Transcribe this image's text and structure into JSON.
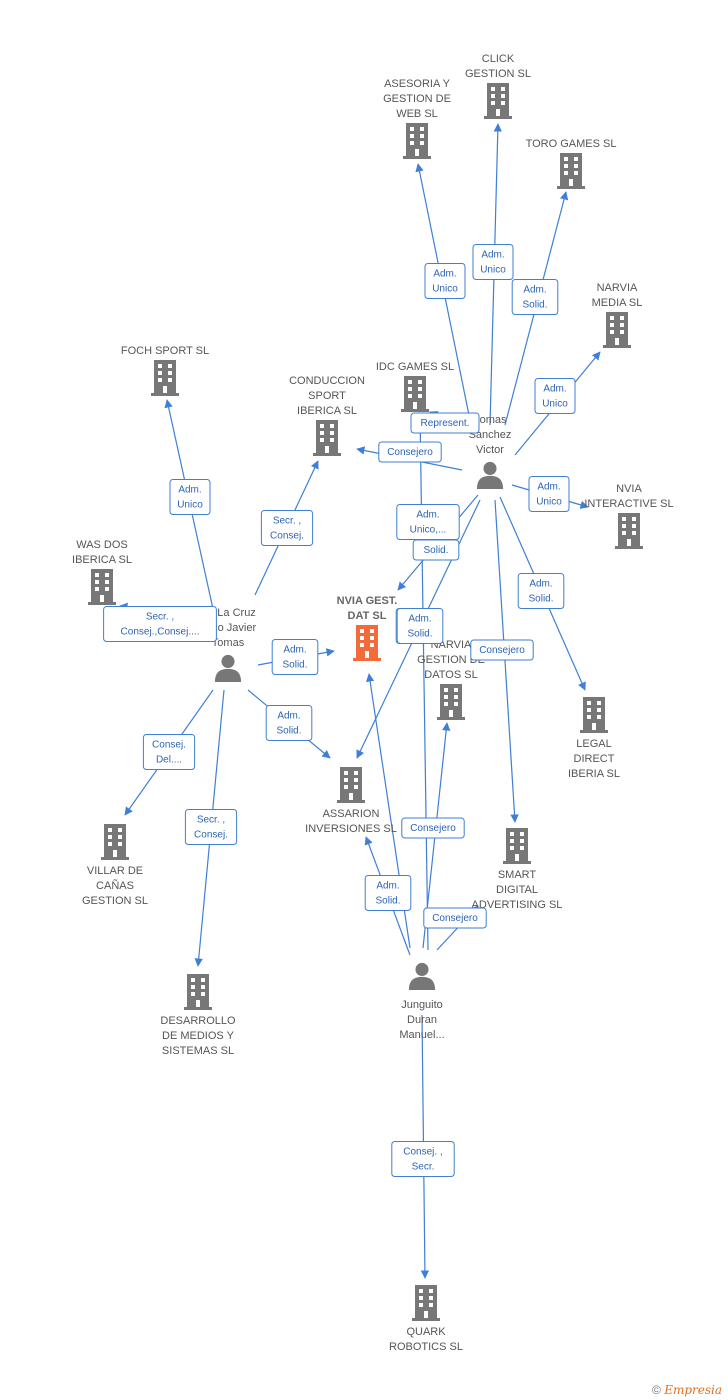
{
  "colors": {
    "edge": "#3f7fd6",
    "company": "#777777",
    "focus": "#f26b3a",
    "person": "#777777"
  },
  "companies": [
    {
      "id": "asesoria",
      "label": [
        "ASESORIA Y",
        "GESTION DE",
        "WEB SL"
      ],
      "icon": "building-icon"
    },
    {
      "id": "click",
      "label": [
        "CLICK",
        "GESTION SL"
      ],
      "icon": "building-icon"
    },
    {
      "id": "toro",
      "label": [
        "TORO GAMES SL"
      ],
      "icon": "building-icon"
    },
    {
      "id": "narvia_media",
      "label": [
        "NARVIA",
        "MEDIA SL"
      ],
      "icon": "building-icon"
    },
    {
      "id": "foch",
      "label": [
        "FOCH SPORT SL"
      ],
      "icon": "building-icon"
    },
    {
      "id": "conduccion",
      "label": [
        "CONDUCCION",
        "SPORT",
        "IBERICA SL"
      ],
      "icon": "building-icon"
    },
    {
      "id": "idc",
      "label": [
        "IDC GAMES  SL"
      ],
      "icon": "building-icon"
    },
    {
      "id": "nvia_interactive",
      "label": [
        "NVIA",
        "INTERACTIVE SL"
      ],
      "icon": "building-icon"
    },
    {
      "id": "was_dos",
      "label": [
        "WAS DOS",
        "IBERICA SL"
      ],
      "icon": "building-icon"
    },
    {
      "id": "nvia_gest",
      "label": [
        "NVIA GEST.",
        "DAT SL"
      ],
      "icon": "building-icon",
      "focus": true
    },
    {
      "id": "narvia_gestion",
      "label": [
        "NARVIA",
        "GESTION DE",
        "DATOS SL"
      ],
      "icon": "building-icon"
    },
    {
      "id": "legal",
      "label": [
        "LEGAL",
        "DIRECT",
        "IBERIA SL"
      ],
      "icon": "building-icon"
    },
    {
      "id": "assarion",
      "label": [
        "ASSARION",
        "INVERSIONES SL"
      ],
      "icon": "building-icon"
    },
    {
      "id": "villar",
      "label": [
        "VILLAR DE",
        "CAÑAS",
        "GESTION SL"
      ],
      "icon": "building-icon"
    },
    {
      "id": "smart",
      "label": [
        "SMART",
        "DIGITAL",
        "ADVERTISING SL"
      ],
      "icon": "building-icon"
    },
    {
      "id": "desarrollo",
      "label": [
        "DESARROLLO",
        "DE MEDIOS Y",
        "SISTEMAS SL"
      ],
      "icon": "building-icon"
    },
    {
      "id": "quark",
      "label": [
        "QUARK",
        "ROBOTICS SL"
      ],
      "icon": "building-icon"
    }
  ],
  "persons": [
    {
      "id": "lomas",
      "label": [
        "Lomas",
        "Sanchez",
        "Victor"
      ],
      "icon": "person-icon"
    },
    {
      "id": "delacruz",
      "label": [
        "De La Cruz",
        "Lazo Javier",
        "Tomas"
      ],
      "icon": "person-icon"
    },
    {
      "id": "junguito",
      "label": [
        "Junguito",
        "Duran",
        "Manuel..."
      ],
      "icon": "person-icon"
    }
  ],
  "edges": [
    {
      "from": "lomas",
      "to": "asesoria",
      "label": [
        "Adm.",
        "Unico"
      ]
    },
    {
      "from": "lomas",
      "to": "click",
      "label": [
        "Adm.",
        "Unico"
      ]
    },
    {
      "from": "lomas",
      "to": "toro",
      "label": [
        "Adm.",
        "Solid."
      ]
    },
    {
      "from": "lomas",
      "to": "narvia_media",
      "label": [
        "Adm.",
        "Unico"
      ]
    },
    {
      "from": "lomas",
      "to": "idc",
      "label": [
        "Represent."
      ]
    },
    {
      "from": "lomas",
      "to": "conduccion",
      "label": [
        "Consejero"
      ]
    },
    {
      "from": "lomas",
      "to": "nvia_interactive",
      "label": [
        "Adm.",
        "Unico"
      ]
    },
    {
      "from": "lomas",
      "to": "nvia_gest",
      "label": [
        "Adm.",
        "Unico,..."
      ]
    },
    {
      "from": "lomas",
      "to": "assarion",
      "label": [
        "Adm.",
        "Solid."
      ]
    },
    {
      "from": "lomas",
      "to": "legal",
      "label": [
        "Adm.",
        "Solid."
      ]
    },
    {
      "from": "lomas",
      "to": "smart",
      "label": [
        "Consejero"
      ]
    },
    {
      "from": "delacruz",
      "to": "foch",
      "label": [
        "Adm.",
        "Unico"
      ]
    },
    {
      "from": "delacruz",
      "to": "conduccion",
      "label": [
        "Secr. ,",
        "Consej."
      ]
    },
    {
      "from": "delacruz",
      "to": "was_dos",
      "label": [
        "Secr. ,",
        "Consej.,Consej...."
      ]
    },
    {
      "from": "delacruz",
      "to": "nvia_gest",
      "label": [
        "Adm.",
        "Solid."
      ]
    },
    {
      "from": "delacruz",
      "to": "assarion",
      "label": [
        "Adm.",
        "Solid."
      ]
    },
    {
      "from": "delacruz",
      "to": "villar",
      "label": [
        "Consej.",
        "Del...."
      ]
    },
    {
      "from": "delacruz",
      "to": "desarrollo",
      "label": [
        "Secr. ,",
        "Consej."
      ]
    },
    {
      "from": "junguito",
      "to": "idc",
      "label": [
        "Solid."
      ]
    },
    {
      "from": "junguito",
      "to": "nvia_gest",
      "label": [
        "Adm.",
        "Solid."
      ]
    },
    {
      "from": "junguito",
      "to": "assarion",
      "label": [
        "Adm.",
        "Solid."
      ]
    },
    {
      "from": "junguito",
      "to": "narvia_gestion",
      "label": [
        "Consejero"
      ]
    },
    {
      "from": "junguito",
      "to": "smart",
      "label": [
        "Consejero"
      ]
    },
    {
      "from": "junguito",
      "to": "quark",
      "label": [
        "Consej. ,",
        "Secr."
      ]
    }
  ],
  "footer": {
    "copyright": "©",
    "brand": "Empresia"
  }
}
